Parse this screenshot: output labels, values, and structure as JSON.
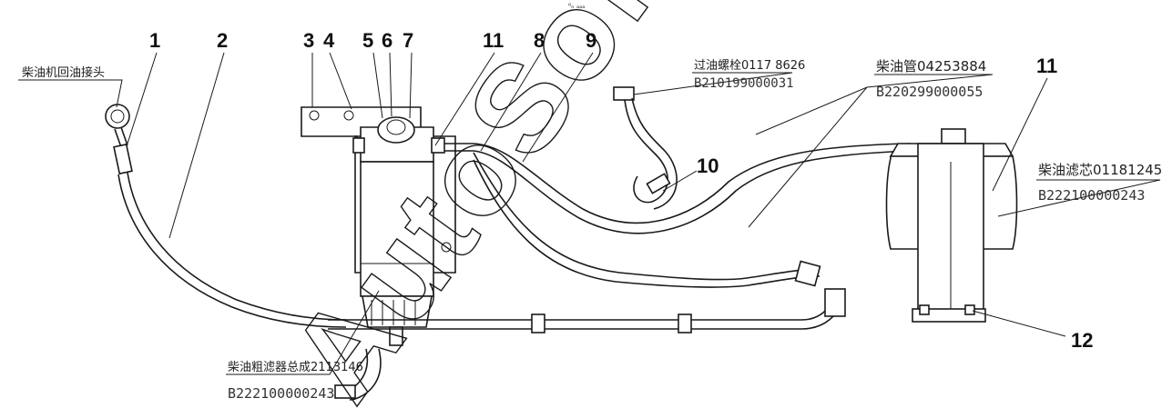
{
  "figure": {
    "header_mark": "⁰ₙ ₐₐₐ"
  },
  "callouts": [
    {
      "id": "c1",
      "text": "1"
    },
    {
      "id": "c2",
      "text": "2"
    },
    {
      "id": "c3",
      "text": "3"
    },
    {
      "id": "c4",
      "text": "4"
    },
    {
      "id": "c5",
      "text": "5"
    },
    {
      "id": "c6",
      "text": "6"
    },
    {
      "id": "c7",
      "text": "7"
    },
    {
      "id": "c11a",
      "text": "11"
    },
    {
      "id": "c8",
      "text": "8"
    },
    {
      "id": "c9",
      "text": "9"
    },
    {
      "id": "c10",
      "text": "10"
    },
    {
      "id": "c11b",
      "text": "11"
    },
    {
      "id": "c12",
      "text": "12"
    }
  ],
  "notes": {
    "return_connector": "柴油机回油接头",
    "filter_bolt_name": "过油螺栓0117 8626",
    "filter_bolt_code": "B210199000031",
    "fuel_pipe_name": "柴油管04253884",
    "fuel_pipe_code": "B220299000055",
    "fuel_filter_element_name": "柴油滤芯01181245",
    "fuel_filter_element_code": "B222100000243",
    "coarse_filter_name": "柴油粗滤器总成2113146",
    "coarse_filter_code": "B222100000243"
  },
  "watermark": {
    "text": "AutoSoft"
  },
  "colors": {
    "line": "#1a1a1a",
    "background": "#ffffff"
  }
}
